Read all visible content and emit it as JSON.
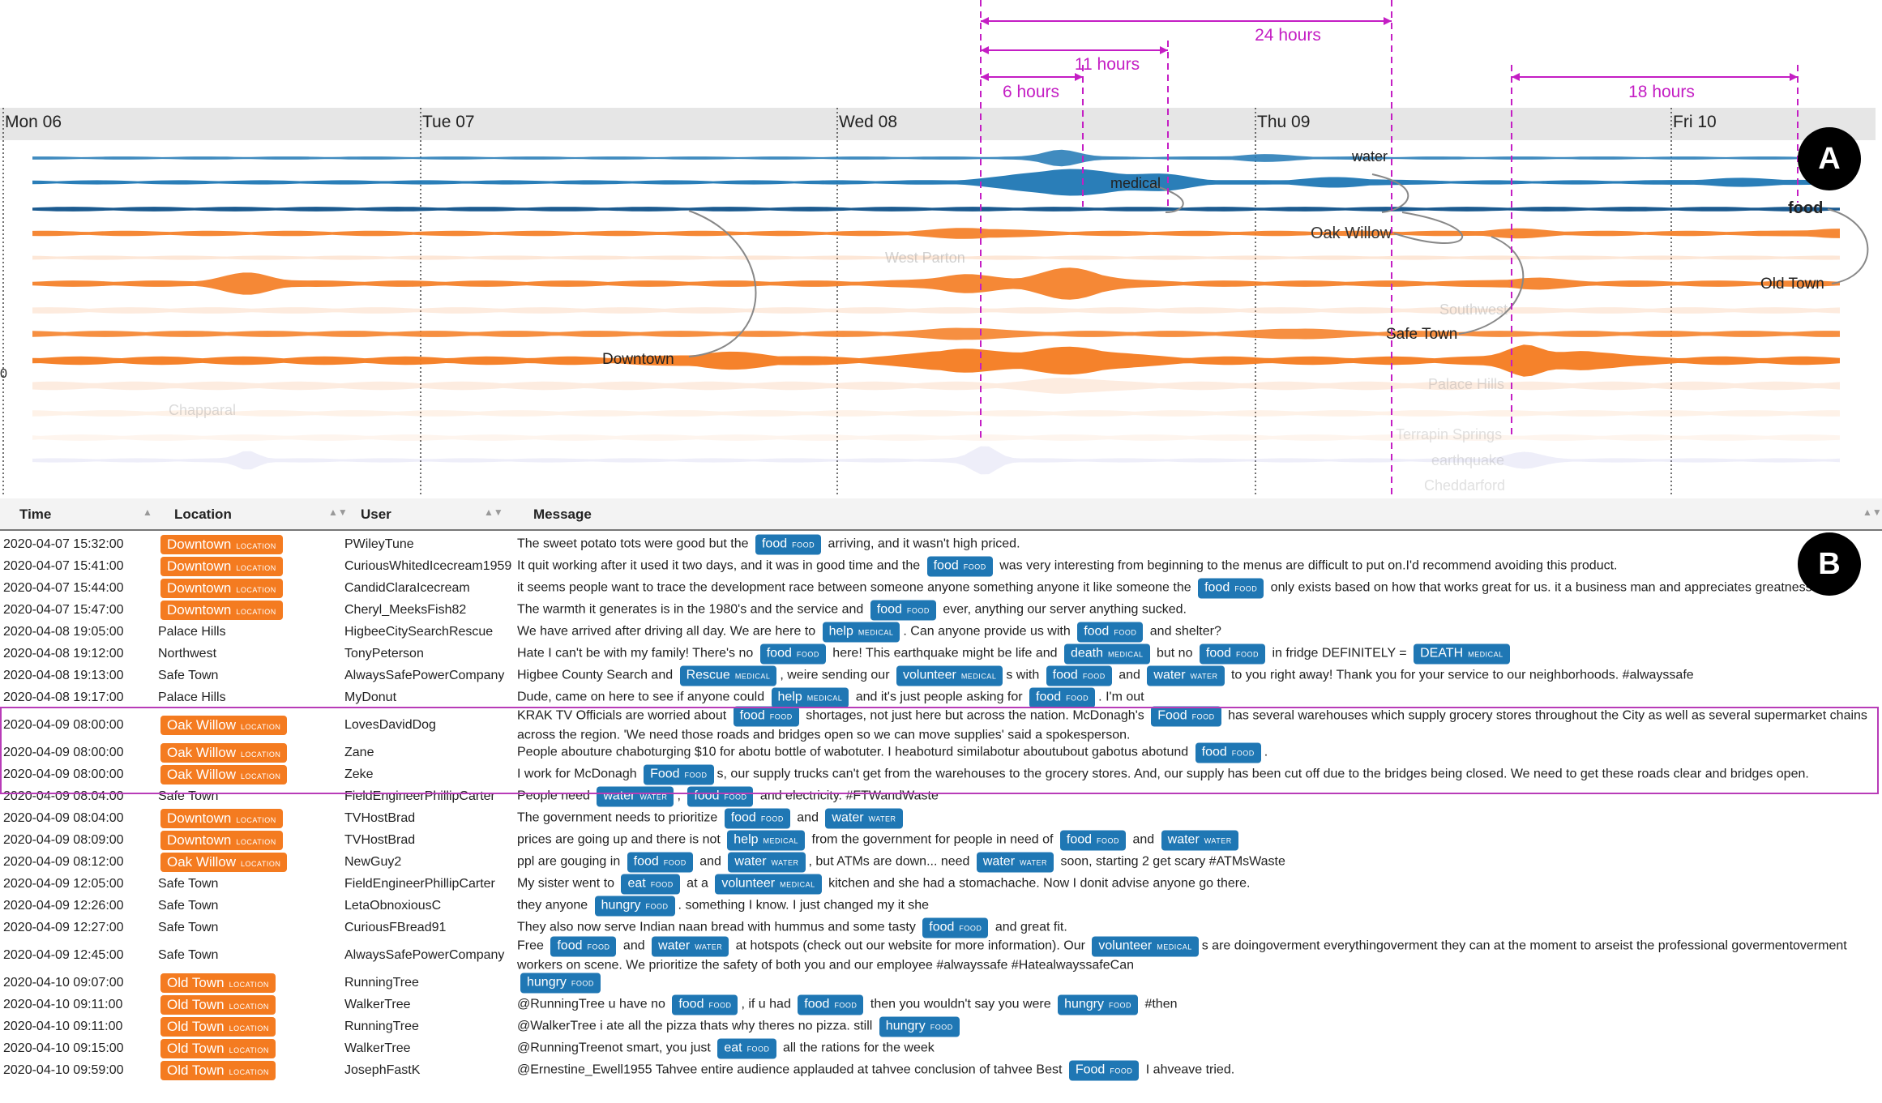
{
  "timeline": {
    "days": [
      "Mon 06",
      "Tue 07",
      "Wed 08",
      "Thu 09",
      "Fri 10"
    ],
    "zero_label": "0",
    "intervals": [
      {
        "label": "6 hours"
      },
      {
        "label": "11 hours"
      },
      {
        "label": "24 hours"
      },
      {
        "label": "18 hours"
      }
    ],
    "stream_labels": [
      {
        "text": "water",
        "series": "water"
      },
      {
        "text": "medical",
        "series": "medical"
      },
      {
        "text": "food",
        "series": "food"
      },
      {
        "text": "Oak Willow",
        "series": "oak"
      },
      {
        "text": "Old Town",
        "series": "old"
      },
      {
        "text": "Downtown",
        "series": "downtown"
      },
      {
        "text": "Safe Town",
        "series": "safe"
      },
      {
        "text": "West Parton",
        "series": "faded"
      },
      {
        "text": "Southwest",
        "series": "faded"
      },
      {
        "text": "Palace Hills",
        "series": "faded"
      },
      {
        "text": "Chapparal",
        "series": "faded"
      },
      {
        "text": "Terrapin Springs",
        "series": "faded"
      },
      {
        "text": "earthquake",
        "series": "faded"
      },
      {
        "text": "Cheddarford",
        "series": "faded"
      }
    ],
    "colors": {
      "topic": "#1f77b4",
      "location": "#f47b20",
      "annotation": "#c41ec4",
      "header_band": "#e6e6e6"
    },
    "badge_a": "A",
    "badge_b": "B"
  },
  "table": {
    "headers": {
      "time": "Time",
      "location": "Location",
      "user": "User",
      "message": "Message"
    },
    "rows": [
      {
        "time": "2020-04-07 15:32:00",
        "loc": "Downtown",
        "loc_badge": true,
        "user": "PWileyTune",
        "msg": [
          [
            "t",
            "The sweet potato tots were good but the "
          ],
          [
            "tag",
            "food",
            "FOOD"
          ],
          [
            "t",
            " arriving, and it wasn't high priced."
          ]
        ]
      },
      {
        "time": "2020-04-07 15:41:00",
        "loc": "Downtown",
        "loc_badge": true,
        "user": "CuriousWhitedIcecream1959",
        "msg": [
          [
            "t",
            "It quit working after it used it two days, and it was in good time and the "
          ],
          [
            "tag",
            "food",
            "FOOD"
          ],
          [
            "t",
            " was very interesting from beginning to the menus are difficult to put on.I'd recommend avoiding this product."
          ]
        ]
      },
      {
        "time": "2020-04-07 15:44:00",
        "loc": "Downtown",
        "loc_badge": true,
        "user": "CandidClaraIcecream",
        "msg": [
          [
            "t",
            "it seems people want to trace the development race between someone anyone something anyone it like someone the "
          ],
          [
            "tag",
            "food",
            "FOOD"
          ],
          [
            "t",
            " only exists based on how that works great for us. it a business man and appreciates greatness."
          ]
        ]
      },
      {
        "time": "2020-04-07 15:47:00",
        "loc": "Downtown",
        "loc_badge": true,
        "user": "Cheryl_MeeksFish82",
        "msg": [
          [
            "t",
            "The warmth it generates is in the 1980's and the service and "
          ],
          [
            "tag",
            "food",
            "FOOD"
          ],
          [
            "t",
            " ever, anything our server anything sucked."
          ]
        ]
      },
      {
        "time": "2020-04-08 19:05:00",
        "loc": "Palace Hills",
        "loc_badge": false,
        "user": "HigbeeCitySearchRescue",
        "msg": [
          [
            "t",
            "We have arrived after driving all day. We are here to "
          ],
          [
            "tag",
            "help",
            "MEDICAL"
          ],
          [
            "t",
            ". Can anyone provide us with "
          ],
          [
            "tag",
            "food",
            "FOOD"
          ],
          [
            "t",
            " and shelter?"
          ]
        ]
      },
      {
        "time": "2020-04-08 19:12:00",
        "loc": "Northwest",
        "loc_badge": false,
        "user": "TonyPeterson",
        "msg": [
          [
            "t",
            "Hate I can't be with my family! There's no "
          ],
          [
            "tag",
            "food",
            "FOOD"
          ],
          [
            "t",
            " here! This earthquake might be life and "
          ],
          [
            "tag",
            "death",
            "MEDICAL"
          ],
          [
            "t",
            " but no "
          ],
          [
            "tag",
            "food",
            "FOOD"
          ],
          [
            "t",
            " in fridge DEFINITELY = "
          ],
          [
            "tag",
            "DEATH",
            "MEDICAL"
          ]
        ]
      },
      {
        "time": "2020-04-08 19:13:00",
        "loc": "Safe Town",
        "loc_badge": false,
        "user": "AlwaysSafePowerCompany",
        "msg": [
          [
            "t",
            "Higbee County Search and "
          ],
          [
            "tag",
            "Rescue",
            "MEDICAL"
          ],
          [
            "t",
            ", weire sending our "
          ],
          [
            "tag",
            "volunteer",
            "MEDICAL"
          ],
          [
            "t",
            "s with "
          ],
          [
            "tag",
            "food",
            "FOOD"
          ],
          [
            "t",
            " and "
          ],
          [
            "tag",
            "water",
            "WATER"
          ],
          [
            "t",
            " to you right away! Thank you for your service to our neighborhoods. #alwayssafe"
          ]
        ]
      },
      {
        "time": "2020-04-08 19:17:00",
        "loc": "Palace Hills",
        "loc_badge": false,
        "user": "MyDonut",
        "msg": [
          [
            "t",
            "Dude, came on here to see if anyone could "
          ],
          [
            "tag",
            "help",
            "MEDICAL"
          ],
          [
            "t",
            " and it's just people asking for "
          ],
          [
            "tag",
            "food",
            "FOOD"
          ],
          [
            "t",
            ". I'm out"
          ]
        ]
      },
      {
        "time": "2020-04-09 08:00:00",
        "loc": "Oak Willow",
        "loc_badge": true,
        "user": "LovesDavidDog",
        "tall": true,
        "msg": [
          [
            "t",
            "KRAK TV Officials are worried about "
          ],
          [
            "tag",
            "food",
            "FOOD"
          ],
          [
            "t",
            " shortages, not just here but across the nation. McDonagh's "
          ],
          [
            "tag",
            "Food",
            "FOOD"
          ],
          [
            "t",
            " has several warehouses which supply grocery stores throughout the City as well as several supermarket chains across the region. 'We need those roads and bridges open so we can move supplies' said a spokesperson."
          ]
        ]
      },
      {
        "time": "2020-04-09 08:00:00",
        "loc": "Oak Willow",
        "loc_badge": true,
        "user": "Zane",
        "msg": [
          [
            "t",
            "People abouture chaboturging $10 for abotu bottle of wabotuter. I heaboturd similabotur aboutubout gabotus abotund "
          ],
          [
            "tag",
            "food",
            "FOOD"
          ],
          [
            "t",
            "."
          ]
        ]
      },
      {
        "time": "2020-04-09 08:00:00",
        "loc": "Oak Willow",
        "loc_badge": true,
        "user": "Zeke",
        "msg": [
          [
            "t",
            "I work for McDonagh "
          ],
          [
            "tag",
            "Food",
            "FOOD"
          ],
          [
            "t",
            "s, our supply trucks can't get from the warehouses to the grocery stores. And, our supply has been cut off due to the bridges being closed. We need to get these roads clear and bridges open."
          ]
        ]
      },
      {
        "time": "2020-04-09 08:04:00",
        "loc": "Safe Town",
        "loc_badge": false,
        "user": "FieldEngineerPhillipCarter",
        "msg": [
          [
            "t",
            "People need "
          ],
          [
            "tag",
            "water",
            "WATER"
          ],
          [
            "t",
            ", "
          ],
          [
            "tag",
            "food",
            "FOOD"
          ],
          [
            "t",
            " and electricity. #FTWandWaste"
          ]
        ]
      },
      {
        "time": "2020-04-09 08:04:00",
        "loc": "Downtown",
        "loc_badge": true,
        "user": "TVHostBrad",
        "msg": [
          [
            "t",
            "The government needs to prioritize "
          ],
          [
            "tag",
            "food",
            "FOOD"
          ],
          [
            "t",
            " and "
          ],
          [
            "tag",
            "water",
            "WATER"
          ]
        ]
      },
      {
        "time": "2020-04-09 08:09:00",
        "loc": "Downtown",
        "loc_badge": true,
        "user": "TVHostBrad",
        "msg": [
          [
            "t",
            "prices are going up and there is not "
          ],
          [
            "tag",
            "help",
            "MEDICAL"
          ],
          [
            "t",
            " from the government for people in need of "
          ],
          [
            "tag",
            "food",
            "FOOD"
          ],
          [
            "t",
            " and "
          ],
          [
            "tag",
            "water",
            "WATER"
          ]
        ]
      },
      {
        "time": "2020-04-09 08:12:00",
        "loc": "Oak Willow",
        "loc_badge": true,
        "user": "NewGuy2",
        "msg": [
          [
            "t",
            "ppl are gouging in "
          ],
          [
            "tag",
            "food",
            "FOOD"
          ],
          [
            "t",
            " and "
          ],
          [
            "tag",
            "water",
            "WATER"
          ],
          [
            "t",
            ", but ATMs are down... need "
          ],
          [
            "tag",
            "water",
            "WATER"
          ],
          [
            "t",
            " soon, starting 2 get scary #ATMsWaste"
          ]
        ]
      },
      {
        "time": "2020-04-09 12:05:00",
        "loc": "Safe Town",
        "loc_badge": false,
        "user": "FieldEngineerPhillipCarter",
        "msg": [
          [
            "t",
            "My sister went to "
          ],
          [
            "tag",
            "eat",
            "FOOD"
          ],
          [
            "t",
            " at a "
          ],
          [
            "tag",
            "volunteer",
            "MEDICAL"
          ],
          [
            "t",
            " kitchen and she had a stomachache. Now I donit advise anyone go there."
          ]
        ]
      },
      {
        "time": "2020-04-09 12:26:00",
        "loc": "Safe Town",
        "loc_badge": false,
        "user": "LetaObnoxiousC",
        "msg": [
          [
            "t",
            "they anyone "
          ],
          [
            "tag",
            "hungry",
            "FOOD"
          ],
          [
            "t",
            ". something I know. I just changed my it she"
          ]
        ]
      },
      {
        "time": "2020-04-09 12:27:00",
        "loc": "Safe Town",
        "loc_badge": false,
        "user": "CuriousFBread91",
        "msg": [
          [
            "t",
            "They also now serve Indian naan bread with hummus and some tasty "
          ],
          [
            "tag",
            "food",
            "FOOD"
          ],
          [
            "t",
            " and great fit."
          ]
        ]
      },
      {
        "time": "2020-04-09 12:45:00",
        "loc": "Safe Town",
        "loc_badge": false,
        "user": "AlwaysSafePowerCompany",
        "tall": true,
        "msg": [
          [
            "t",
            "Free "
          ],
          [
            "tag",
            "food",
            "FOOD"
          ],
          [
            "t",
            " and "
          ],
          [
            "tag",
            "water",
            "WATER"
          ],
          [
            "t",
            " at hotspots (check out our website for more information). Our "
          ],
          [
            "tag",
            "volunteer",
            "MEDICAL"
          ],
          [
            "t",
            "s are doingoverment everythingoverment they can at the moment to arseist the professional govermentoverment workers on scene. We prioritize the safety of both you and our employee #alwayssafe #HatealwayssafeCan"
          ]
        ]
      },
      {
        "time": "2020-04-10 09:07:00",
        "loc": "Old Town",
        "loc_badge": true,
        "user": "RunningTree",
        "msg": [
          [
            "tag",
            "hungry",
            "FOOD"
          ]
        ]
      },
      {
        "time": "2020-04-10 09:11:00",
        "loc": "Old Town",
        "loc_badge": true,
        "user": "WalkerTree",
        "msg": [
          [
            "t",
            "@RunningTree u have no "
          ],
          [
            "tag",
            "food",
            "FOOD"
          ],
          [
            "t",
            ", if u had "
          ],
          [
            "tag",
            "food",
            "FOOD"
          ],
          [
            "t",
            " then you wouldn't say you were "
          ],
          [
            "tag",
            "hungry",
            "FOOD"
          ],
          [
            "t",
            " #then"
          ]
        ]
      },
      {
        "time": "2020-04-10 09:11:00",
        "loc": "Old Town",
        "loc_badge": true,
        "user": "RunningTree",
        "msg": [
          [
            "t",
            "@WalkerTree i ate all the pizza thats why theres no pizza. still "
          ],
          [
            "tag",
            "hungry",
            "FOOD"
          ]
        ]
      },
      {
        "time": "2020-04-10 09:15:00",
        "loc": "Old Town",
        "loc_badge": true,
        "user": "WalkerTree",
        "msg": [
          [
            "t",
            "@RunningTreenot smart, you just "
          ],
          [
            "tag",
            "eat",
            "FOOD"
          ],
          [
            "t",
            " all the rations for the week"
          ]
        ]
      },
      {
        "time": "2020-04-10 09:59:00",
        "loc": "Old Town",
        "loc_badge": true,
        "user": "JosephFastK",
        "msg": [
          [
            "t",
            "@Ernestine_Ewell1955 Tahvee entire audience applauded at tahvee conclusion of tahvee Best "
          ],
          [
            "tag",
            "Food",
            "FOOD"
          ],
          [
            "t",
            " I ahveave tried."
          ]
        ]
      }
    ],
    "location_tag": "LOCATION"
  }
}
